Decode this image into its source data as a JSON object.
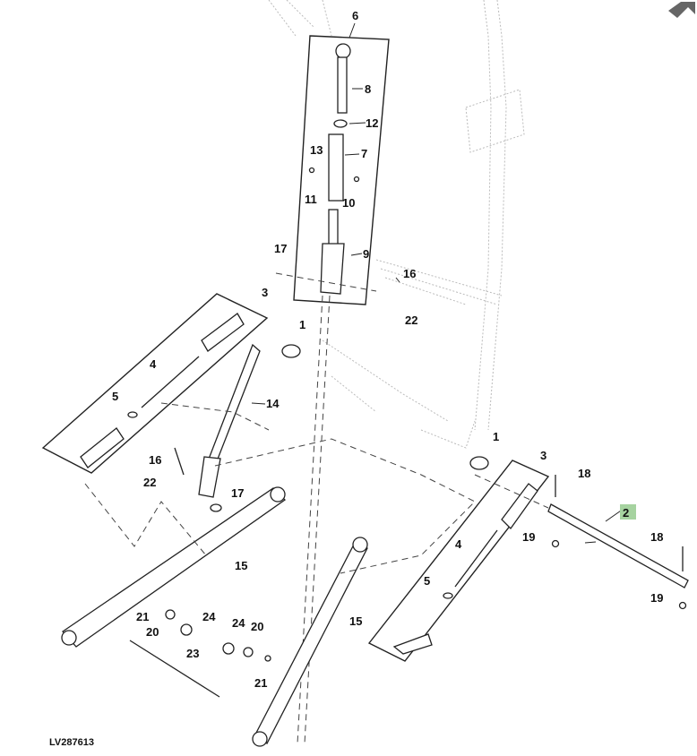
{
  "figure_id": "LV287613",
  "highlighted_callout": "2",
  "highlight_color": "#a6d3a0",
  "corner_icon": "arrow-icon",
  "callouts": [
    {
      "id": "c6",
      "label": "6"
    },
    {
      "id": "c8",
      "label": "8"
    },
    {
      "id": "c12",
      "label": "12"
    },
    {
      "id": "c13",
      "label": "13"
    },
    {
      "id": "c7",
      "label": "7"
    },
    {
      "id": "c11",
      "label": "11"
    },
    {
      "id": "c10",
      "label": "10"
    },
    {
      "id": "c9",
      "label": "9"
    },
    {
      "id": "c17a",
      "label": "17"
    },
    {
      "id": "c16a",
      "label": "16"
    },
    {
      "id": "c22a",
      "label": "22"
    },
    {
      "id": "c3a",
      "label": "3"
    },
    {
      "id": "c1a",
      "label": "1"
    },
    {
      "id": "c4a",
      "label": "4"
    },
    {
      "id": "c14",
      "label": "14"
    },
    {
      "id": "c5a",
      "label": "5"
    },
    {
      "id": "c16b",
      "label": "16"
    },
    {
      "id": "c22b",
      "label": "22"
    },
    {
      "id": "c17b",
      "label": "17"
    },
    {
      "id": "c15a",
      "label": "15"
    },
    {
      "id": "c21a",
      "label": "21"
    },
    {
      "id": "c20a",
      "label": "20"
    },
    {
      "id": "c24a",
      "label": "24"
    },
    {
      "id": "c23",
      "label": "23"
    },
    {
      "id": "c24b",
      "label": "24"
    },
    {
      "id": "c20b",
      "label": "20"
    },
    {
      "id": "c21b",
      "label": "21"
    },
    {
      "id": "c15b",
      "label": "15"
    },
    {
      "id": "c1b",
      "label": "1"
    },
    {
      "id": "c3b",
      "label": "3"
    },
    {
      "id": "c18a",
      "label": "18"
    },
    {
      "id": "c2",
      "label": "2"
    },
    {
      "id": "c19a",
      "label": "19"
    },
    {
      "id": "c4b",
      "label": "4"
    },
    {
      "id": "c18b",
      "label": "18"
    },
    {
      "id": "c5b",
      "label": "5"
    },
    {
      "id": "c19b",
      "label": "19"
    }
  ]
}
